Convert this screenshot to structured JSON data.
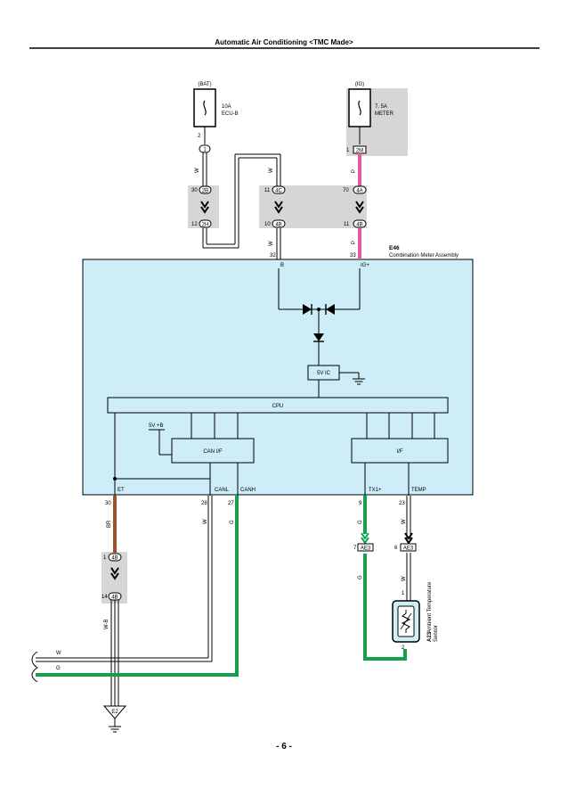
{
  "header": {
    "title": "Automatic Air Conditioning <TMC Made>"
  },
  "footer": {
    "page": "- 6 -"
  },
  "colors": {
    "pink_wire": "#e05aa8",
    "green_wire": "#13a04a",
    "brown_wire": "#a0522d",
    "module_fill": "#cdeef9",
    "connector_fill": "#d6d6d6"
  },
  "fuses": {
    "bat": {
      "source": "(BAT)",
      "rating": "10A",
      "name": "ECU-B",
      "pin_a": "2",
      "conn": "1"
    },
    "ig": {
      "source": "(IG)",
      "rating": "7. 5A",
      "name": "METER",
      "pin_a": "1",
      "conn": "2M"
    }
  },
  "connectors": {
    "c_30": "30",
    "c_2b": "2B",
    "c_12": "12",
    "c_2h": "2H",
    "c_11": "11",
    "c_4c": "4C",
    "c_10": "10",
    "c_4b_top": "4B",
    "c_70": "70",
    "c_4a": "4A",
    "c_11b": "11",
    "c_4b_ig": "4B",
    "c_1": "1",
    "c_4b_l": "4B",
    "c_14": "14",
    "c_4b_l2": "4B",
    "ae3_a_pin": "7",
    "ae3_a": "AE3",
    "ae3_b_pin": "6",
    "ae3_b": "AE3"
  },
  "wires": {
    "w_bat": "W",
    "w_b1": "W",
    "w_b2": "W",
    "p_ig1": "P",
    "p_ig2": "P",
    "br": "BR",
    "w_canl": "W",
    "g_canh": "G",
    "g_tx": "G",
    "w_temp": "W",
    "g_ae3": "G",
    "w_ae3": "W",
    "wb": "W-B",
    "w_bus": "W",
    "g_bus": "G"
  },
  "meter": {
    "code": "E46",
    "name": "Combination Meter Assembly",
    "pin_b": "32",
    "pin_ig": "33",
    "lbl_b": "B",
    "lbl_ig": "IG+",
    "regulator": "5V  IC",
    "cpu": "CPU",
    "can_if": "CAN I/F",
    "if": "I/F",
    "supply": "5V +B",
    "pins_bottom": [
      {
        "num": "30",
        "label": "ET"
      },
      {
        "num": "28",
        "label": "CANL"
      },
      {
        "num": "27",
        "label": "CANH"
      },
      {
        "num": "9",
        "label": "TX1+"
      },
      {
        "num": "23",
        "label": "TEMP"
      }
    ]
  },
  "sensor": {
    "code": "A23",
    "name_1": "Ambient Temperature",
    "name_2": "Sensor",
    "pin_1": "1",
    "pin_2": "2"
  },
  "ground": {
    "label": "E2"
  }
}
